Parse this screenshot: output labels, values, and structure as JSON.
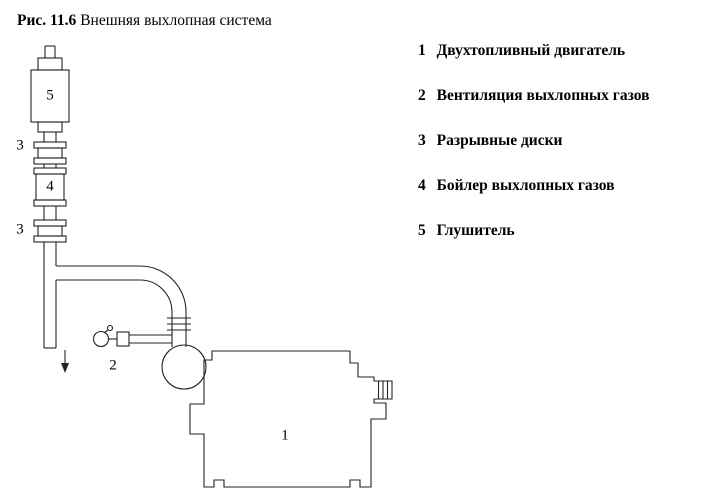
{
  "title": {
    "prefix": "Рис. 11.6",
    "text": "Внешняя выхлопная система"
  },
  "legend": {
    "items": [
      {
        "num": "1",
        "label": "Двухтопливный двигатель"
      },
      {
        "num": "2",
        "label": "Вентиляция выхлопных газов"
      },
      {
        "num": "3",
        "label": "Разрывные диски"
      },
      {
        "num": "4",
        "label": "Бойлер выхлопных газов"
      },
      {
        "num": "5",
        "label": "Глушитель"
      }
    ]
  },
  "diagram": {
    "labels": {
      "engine": "1",
      "vent": "2",
      "rupture_top": "3",
      "rupture_bottom": "3",
      "boiler": "4",
      "silencer": "5"
    }
  },
  "colors": {
    "line": "#222222",
    "text": "#000000",
    "background": "#ffffff"
  }
}
